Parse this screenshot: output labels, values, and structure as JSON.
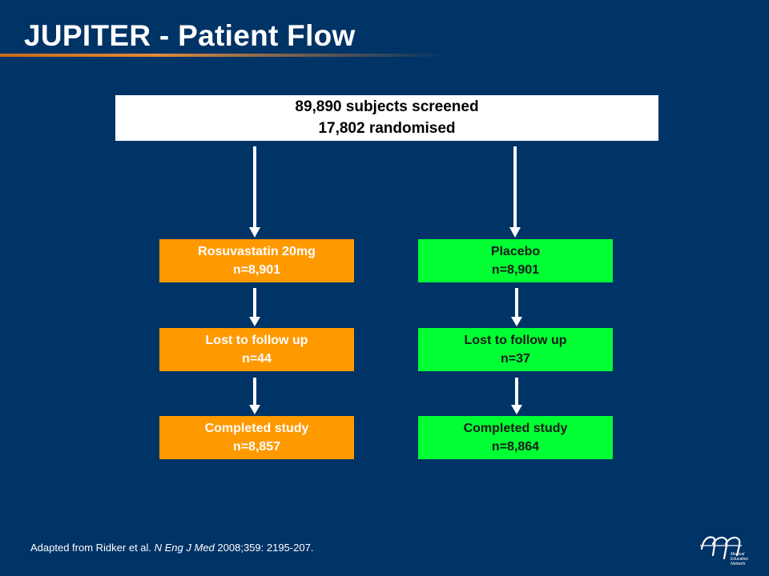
{
  "title": "JUPITER - Patient Flow",
  "colors": {
    "background": "#003366",
    "rosuvastatin_box": "#ff9900",
    "placebo_box": "#00ff33",
    "top_box": "#ffffff",
    "arrow": "#ffffff"
  },
  "flow": {
    "top": {
      "line1": "89,890 subjects screened",
      "line2": "17,802 randomised"
    },
    "rosuvastatin": {
      "arm": {
        "line1": "Rosuvastatin 20mg",
        "line2": "n=8,901"
      },
      "lost": {
        "line1": "Lost to follow up",
        "line2": "n=44"
      },
      "completed": {
        "line1": "Completed study",
        "line2": "n=8,857"
      }
    },
    "placebo": {
      "arm": {
        "line1": "Placebo",
        "line2": "n=8,901"
      },
      "lost": {
        "line1": "Lost to follow up",
        "line2": "n=37"
      },
      "completed": {
        "line1": "Completed study",
        "line2": "n=8,864"
      }
    }
  },
  "footnote": {
    "prefix": "Adapted from Ridker et al. ",
    "journal": "N Eng J Med",
    "suffix": " 2008;359: 2195-207."
  },
  "logo": {
    "icon": "medical-education-network-logo",
    "text_lines": [
      "Medical",
      "Education",
      "Network"
    ]
  }
}
